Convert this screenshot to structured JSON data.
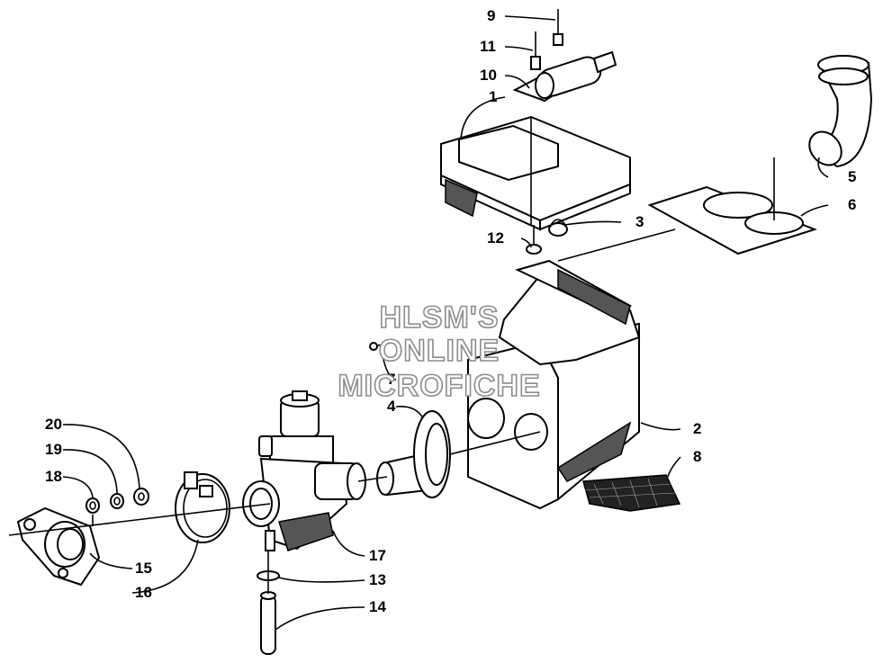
{
  "watermark": {
    "line1": "HLSM'S",
    "line2": "ONLINE",
    "line3": "MICROFICHE"
  },
  "callouts": {
    "n1": "1",
    "n2": "2",
    "n3": "3",
    "n4": "4",
    "n5": "5",
    "n6": "6",
    "n7": "7",
    "n8": "8",
    "n9": "9",
    "n10": "10",
    "n11": "11",
    "n12": "12",
    "n13": "13",
    "n14": "14",
    "n15": "15",
    "n16": "16",
    "n17": "17",
    "n18": "18",
    "n19": "19",
    "n20": "20"
  }
}
